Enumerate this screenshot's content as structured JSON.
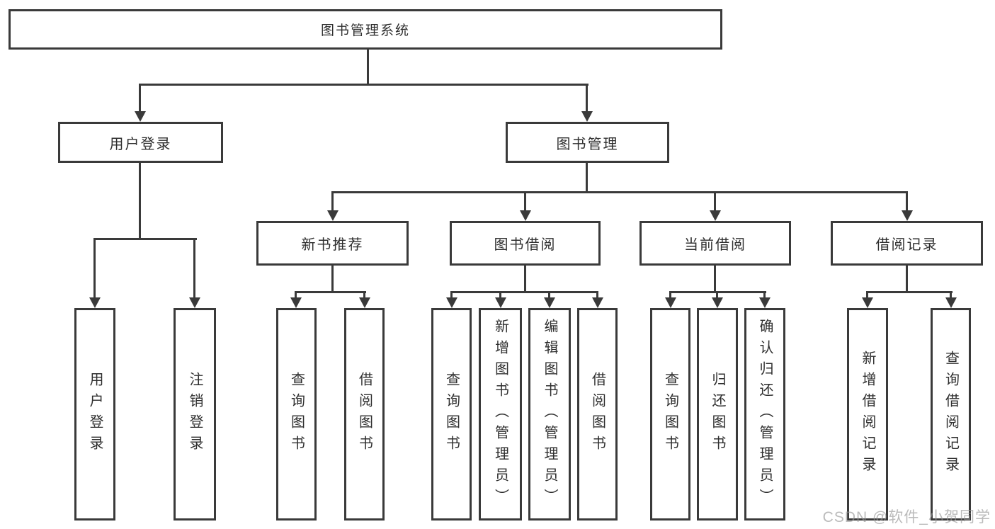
{
  "structure": {
    "root": {
      "label": "图书管理系统",
      "children": [
        {
          "label": "用户登录",
          "children": [
            {
              "label": "用户登录"
            },
            {
              "label": "注销登录"
            }
          ]
        },
        {
          "label": "图书管理",
          "children": [
            {
              "label": "新书推荐",
              "children": [
                {
                  "label": "查询图书"
                },
                {
                  "label": "借阅图书"
                }
              ]
            },
            {
              "label": "图书借阅",
              "children": [
                {
                  "label": "查询图书"
                },
                {
                  "label": "新增图书（管理员）"
                },
                {
                  "label": "编辑图书（管理员）"
                },
                {
                  "label": "借阅图书"
                }
              ]
            },
            {
              "label": "当前借阅",
              "children": [
                {
                  "label": "查询图书"
                },
                {
                  "label": "归还图书"
                },
                {
                  "label": "确认归还（管理员）"
                }
              ]
            },
            {
              "label": "借阅记录",
              "children": [
                {
                  "label": "新增借阅记录"
                },
                {
                  "label": "查询借阅记录"
                }
              ]
            }
          ]
        }
      ]
    }
  },
  "watermark": {
    "text": "CSDN @软件_小贺同学"
  },
  "colors": {
    "line": "#3a3a3a",
    "text": "#2f2f2f",
    "background": "#ffffff"
  }
}
